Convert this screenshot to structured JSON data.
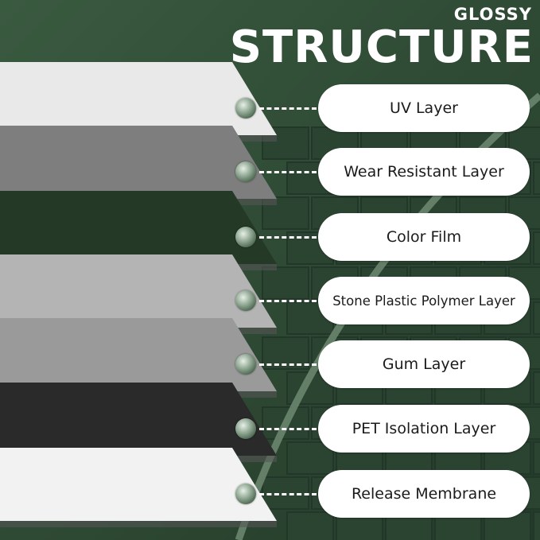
{
  "header": {
    "subtitle": "GLOSSY",
    "title": "STRUCTURE"
  },
  "layers": [
    {
      "label": "UV Layer",
      "color": "#e9e9e9"
    },
    {
      "label": "Wear Resistant Layer",
      "color": "#7e7e7e"
    },
    {
      "label": "Color Film",
      "color": "#243a27"
    },
    {
      "label": "Stone Plastic Polymer Layer",
      "color": "#b4b4b4"
    },
    {
      "label": "Gum Layer",
      "color": "#9a9a9a"
    },
    {
      "label": "PET Isolation Layer",
      "color": "#2a2a2a"
    },
    {
      "label": "Release Membrane",
      "color": "#f2f2f2"
    }
  ],
  "colors": {
    "background": "#2f4a35",
    "tile_grout": "#223629",
    "accent_arc": "#6e8a72"
  }
}
